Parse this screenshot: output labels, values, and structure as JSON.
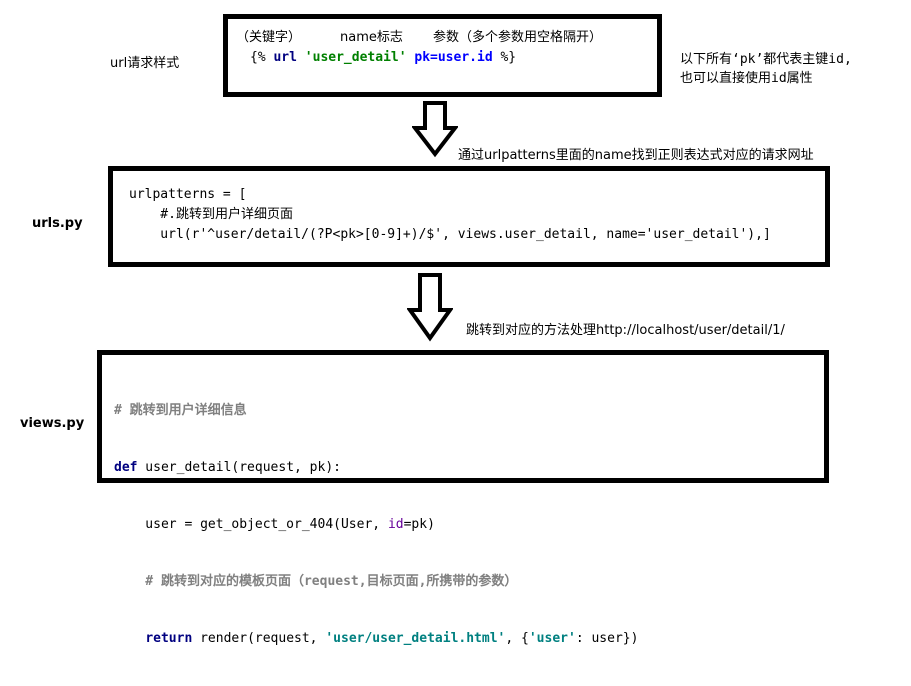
{
  "labels": {
    "url_style": "url请求样式",
    "urls_py": "urls.py",
    "views_py": "views.py"
  },
  "top_box": {
    "header_keyword": "（关键字）",
    "header_name": "name标志",
    "header_params": "参数（多个参数用空格隔开）",
    "code": {
      "open": "{%",
      "url": "url",
      "name": "'user_detail'",
      "param": "pk=user.id",
      "close": "%}"
    }
  },
  "note": {
    "line1": "以下所有‘pk’都代表主键id,",
    "line2": "也可以直接使用id属性"
  },
  "arrow1_text": "通过urlpatterns里面的name找到正则表达式对应的请求网址",
  "arrow2_text": "跳转到对应的方法处理http://localhost/user/detail/1/",
  "urls_box": {
    "lines": [
      "urlpatterns = [",
      "    #.跳转到用户详细页面",
      "    url(r'^user/detail/(?P<pk>[0-9]+)/$', views.user_detail, name='user_detail'),]"
    ]
  },
  "views_box": {
    "comment1": "# 跳转到用户详细信息",
    "def": "def",
    "sig": " user_detail(request, pk):",
    "line3a": "    user = get_object_or_404(User, ",
    "line3b": "id",
    "line3c": "=pk)",
    "comment2": "    # 跳转到对应的模板页面（request,目标页面,所携带的参数）",
    "ret_indent": "    ",
    "ret": "return",
    "ret_a": " render(request, ",
    "ret_str": "'user/user_detail.html'",
    "ret_b": ", {",
    "ret_key": "'user'",
    "ret_c": ": user})"
  }
}
